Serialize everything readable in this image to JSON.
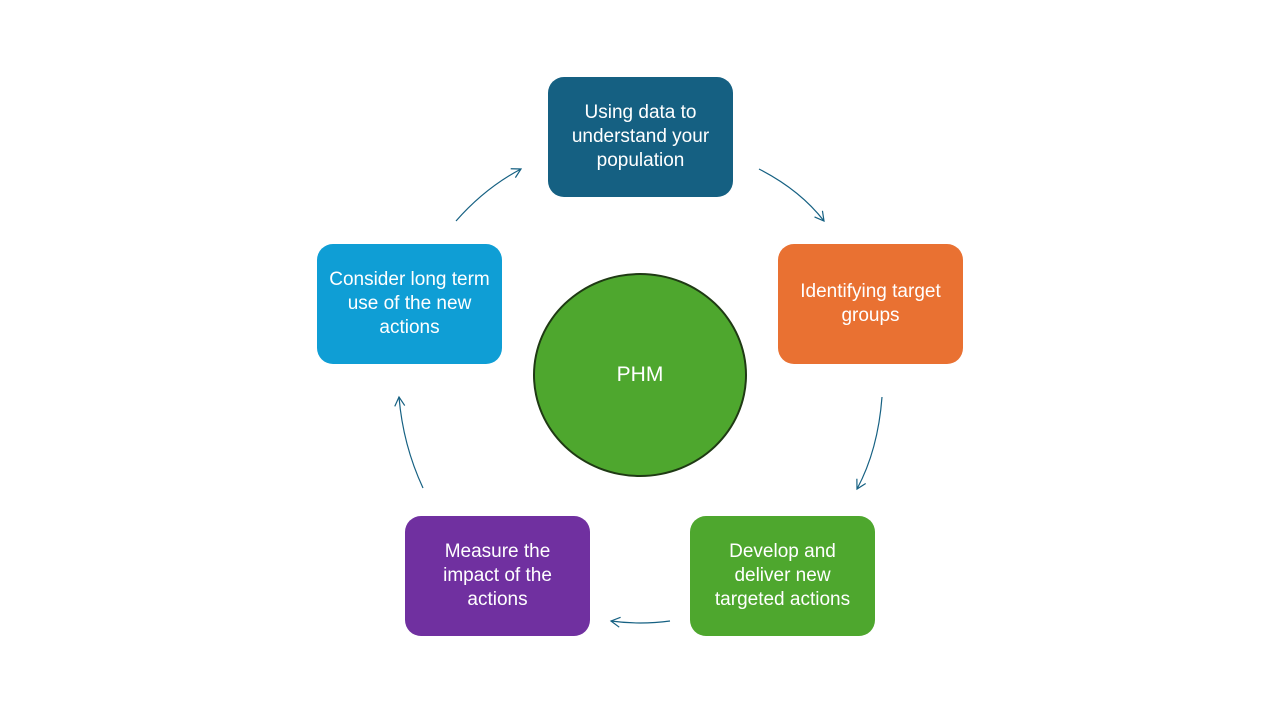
{
  "center": {
    "label": "PHM",
    "color": "#4ea72e"
  },
  "steps": [
    {
      "label": "Using data to understand your population",
      "color": "#156082"
    },
    {
      "label": "Identifying target groups",
      "color": "#e97132"
    },
    {
      "label": "Develop and deliver new targeted actions",
      "color": "#4ea72e"
    },
    {
      "label": "Measure the impact of the actions",
      "color": "#7030a0"
    },
    {
      "label": "Consider long term use of the new actions",
      "color": "#0f9ed5"
    }
  ],
  "arrow_color": "#156082"
}
